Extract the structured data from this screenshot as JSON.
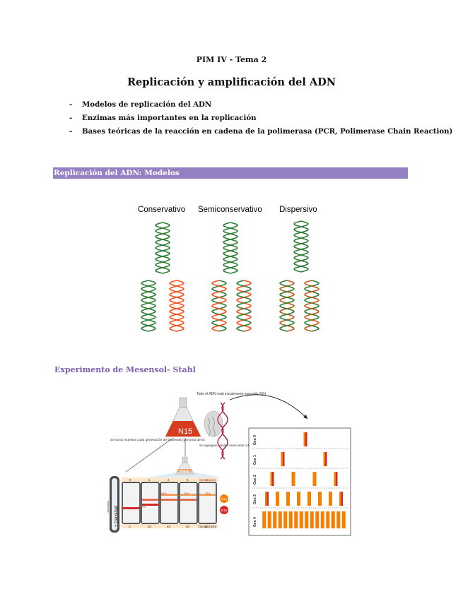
{
  "header": {
    "course": "PIM IV - Tema 2"
  },
  "title": "Replicación y amplificación del ADN",
  "topics": [
    {
      "dash": "-",
      "text": "Modelos de replicación del ADN"
    },
    {
      "dash": "-",
      "text": "Enzimas más importantes en la replicación"
    },
    {
      "dash": "-",
      "text": "Bases teóricas de la reacción en cadena de la polimerasa (PCR, Polimerase Chain Reaction)"
    }
  ],
  "section1": {
    "title": "Replicación del ADN: Modelos"
  },
  "models": {
    "labels": [
      "Conservativo",
      "Semiconservativo",
      "Dispersivo"
    ],
    "colors": {
      "parental": "#2e7d32",
      "new": "#f4511e",
      "mixed": "#bf5a1a"
    }
  },
  "section2": {
    "title": "Experimento de Mesensol- Stahl"
  },
  "experiment": {
    "flask_n15": "N15",
    "flask_n14": "N14",
    "note_top": "Todo el ADN está inicialmente marcado 15N",
    "note_left": "Se toma muestra cada generación de bacterias (genoma de E)",
    "note_mid": "Se agregan células marcadas 14N y se toman nuevas generaciones",
    "column_numbers": [
      "0",
      "1",
      "2",
      "3",
      "4"
    ],
    "generation_axis": "Generación",
    "time_values": [
      "0",
      "20",
      "40",
      "60",
      "80"
    ],
    "time_axis": "Tiempo (min)",
    "density_label": "+ Densidad",
    "density_side": "- densidad",
    "badges": [
      "N14",
      "N15"
    ],
    "band_labels": [
      "50%",
      "25%",
      "75%"
    ],
    "gen_labels": [
      "Gen 0",
      "Gen 1",
      "Gen 2",
      "Gen 3",
      "Gen 4"
    ],
    "colors": {
      "heavy": "#d62828",
      "light": "#f4a261",
      "medium": "#e76f51",
      "accent": "#f77f00"
    }
  }
}
